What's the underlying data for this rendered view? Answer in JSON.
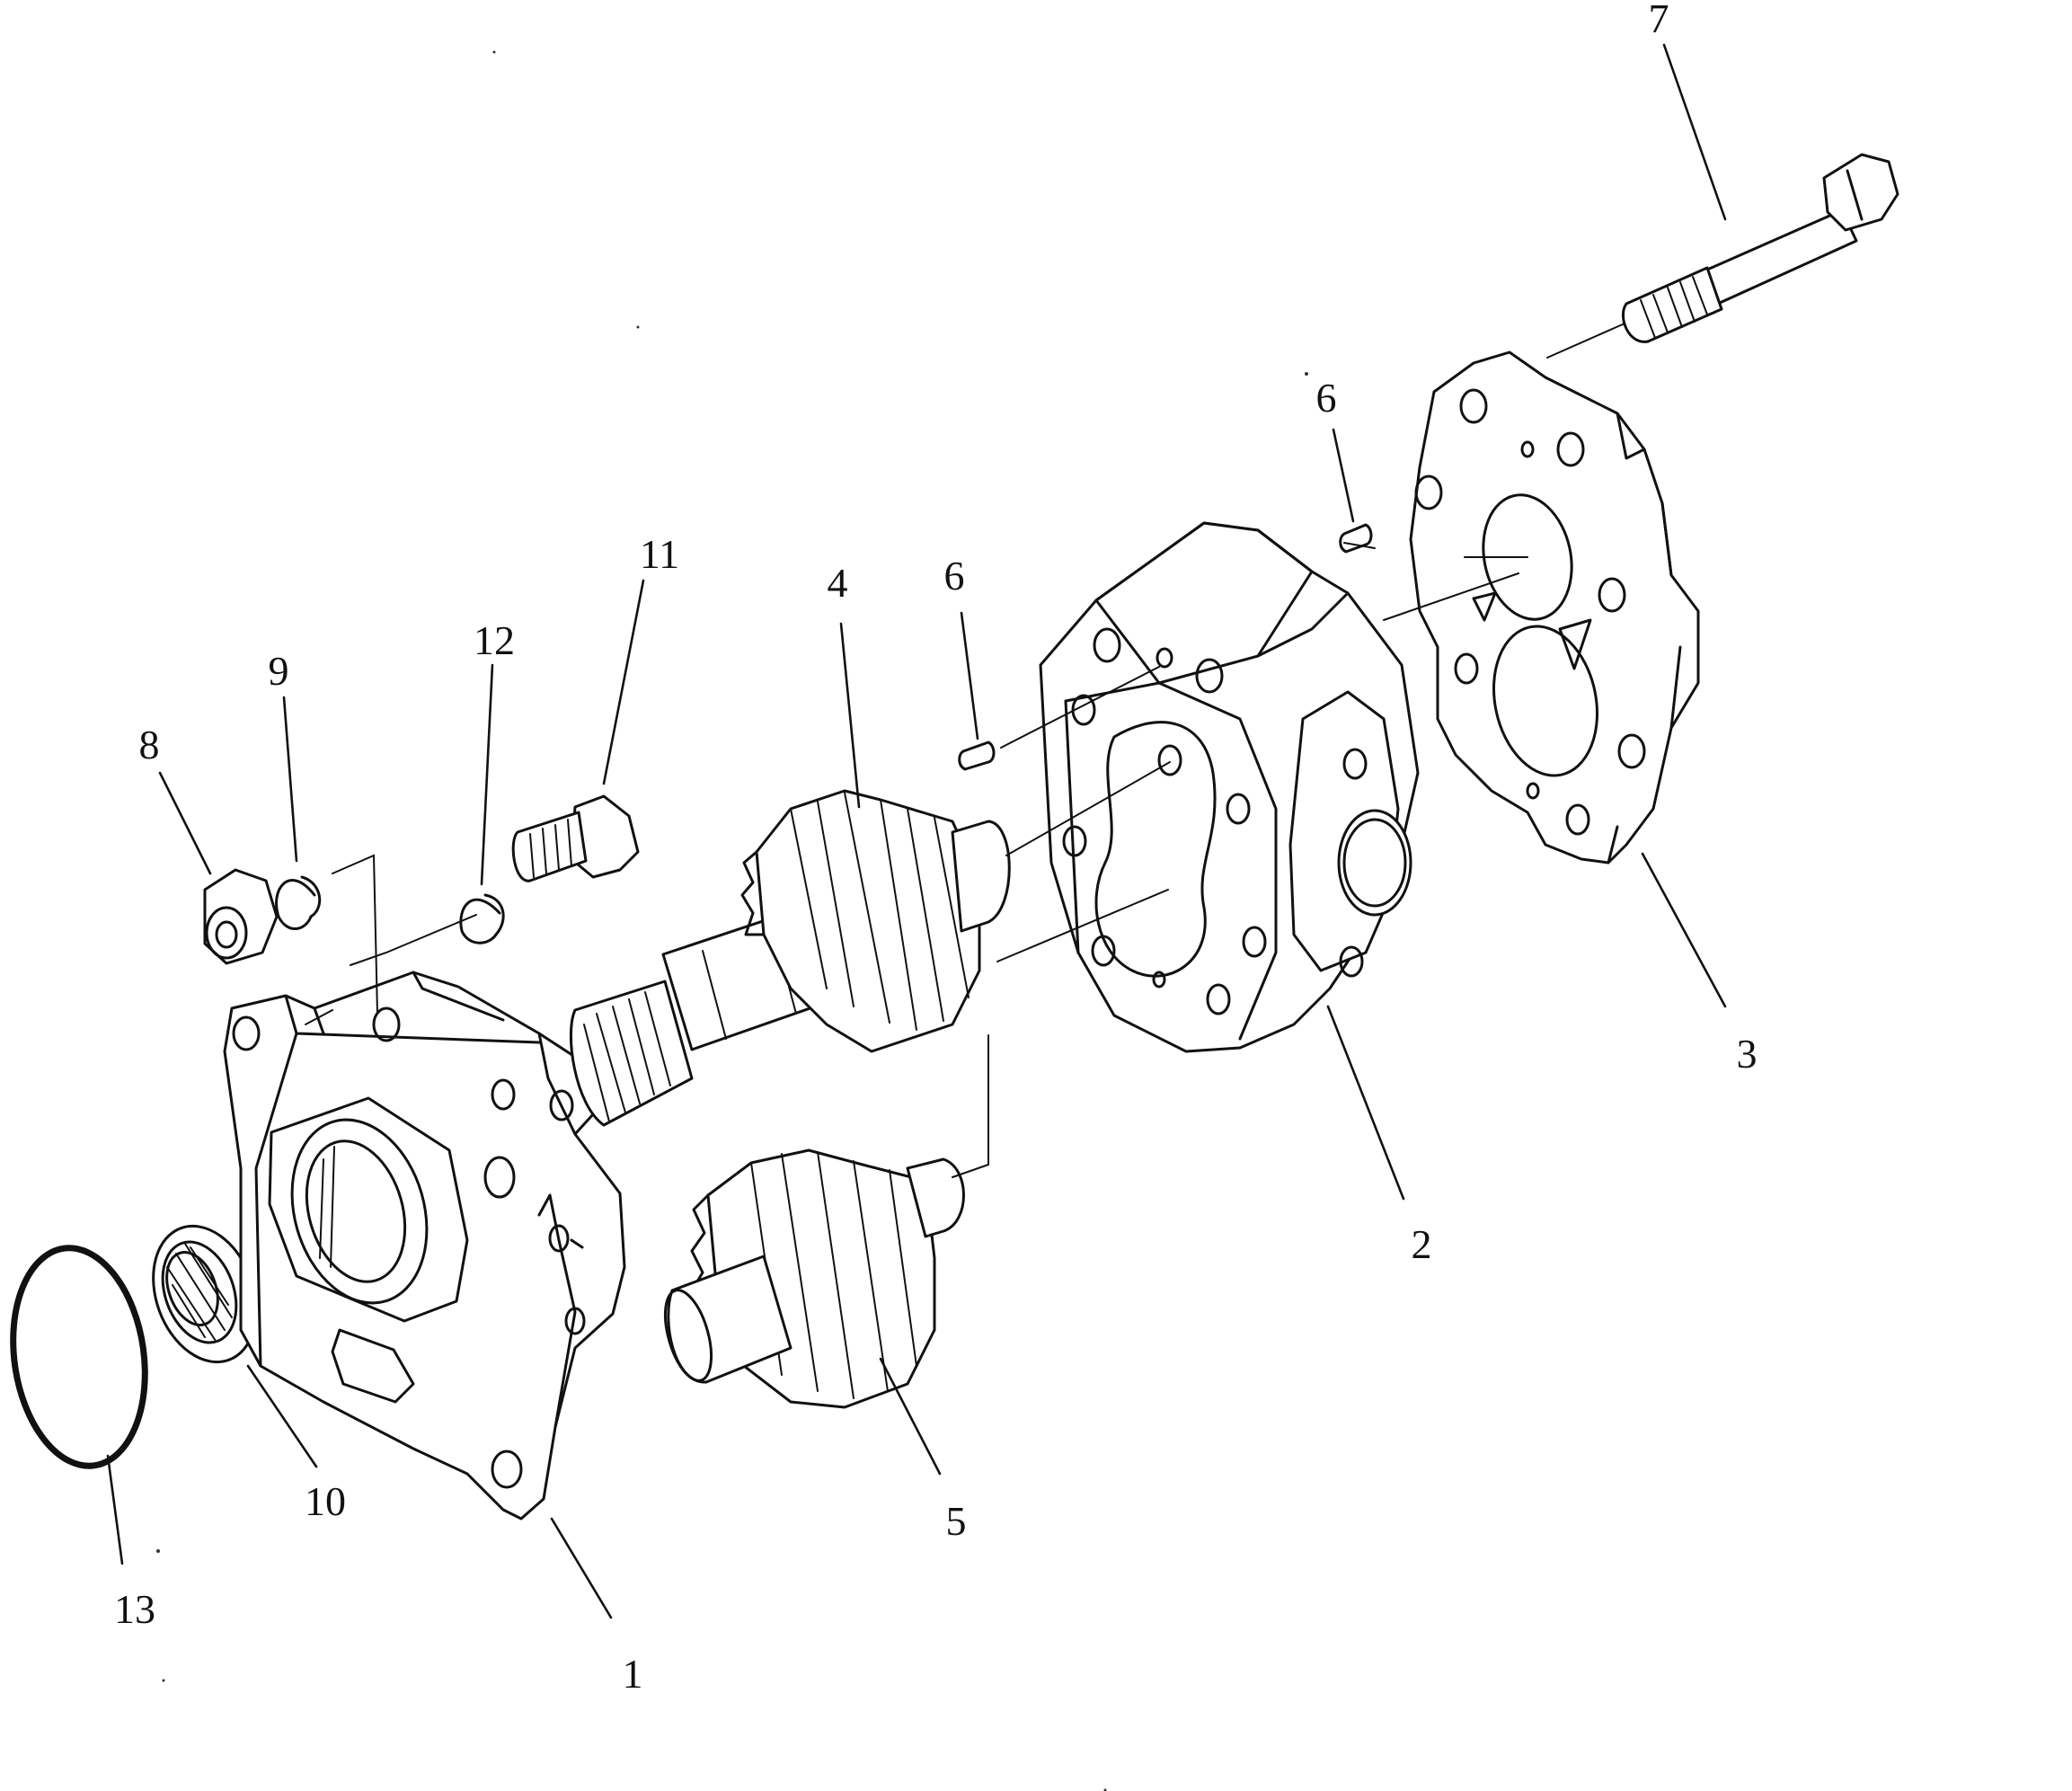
{
  "diagram": {
    "callouts": [
      "1",
      "2",
      "3",
      "4",
      "5",
      "6",
      "6",
      "7",
      "8",
      "9",
      "10",
      "11",
      "12",
      "13"
    ]
  }
}
